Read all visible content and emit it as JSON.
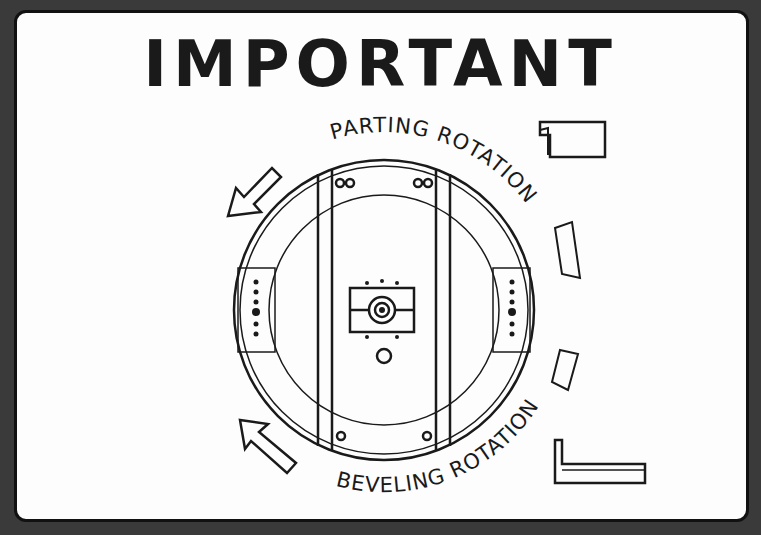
{
  "diagram": {
    "title": "IMPORTANT",
    "labels": [
      "PARTING ROTATION",
      "BEVELING ROTATION"
    ]
  }
}
